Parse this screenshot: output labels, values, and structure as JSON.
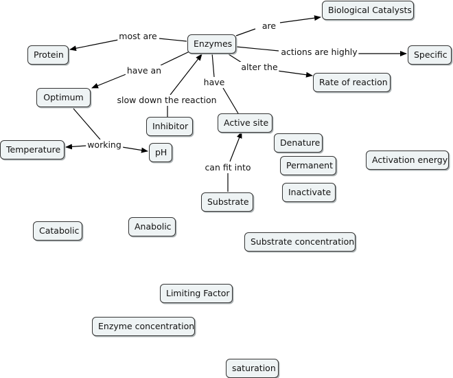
{
  "diagram": {
    "colors": {
      "node_fill": "#eef3f4",
      "node_border": "#333333",
      "line": "#000000"
    },
    "nodes": {
      "enzymes": "Enzymes",
      "biological_catalysts": "Biological Catalysts",
      "protein": "Protein",
      "specific": "Specific",
      "optimum": "Optimum",
      "rate_of_reaction": "Rate of reaction",
      "inhibitor": "Inhibitor",
      "active_site": "Active site",
      "temperature": "Temperature",
      "ph": "pH",
      "denature": "Denature",
      "permanent": "Permanent",
      "activation_energy": "Activation energy",
      "inactivate": "Inactivate",
      "substrate": "Substrate",
      "catabolic": "Catabolic",
      "anabolic": "Anabolic",
      "substrate_concentration": "Substrate concentration",
      "limiting_factor": "Limiting Factor",
      "enzyme_concentration": "Enzyme concentration",
      "saturation": "saturation"
    },
    "links": {
      "are": "are",
      "most_are": "most are",
      "actions_are_highly": "actions are highly",
      "have_an": "have an",
      "alter_the": "alter the",
      "have": "have",
      "slow_down_the_reaction": "slow down the reaction",
      "working": "working",
      "can_fit_into": "can fit into"
    }
  }
}
